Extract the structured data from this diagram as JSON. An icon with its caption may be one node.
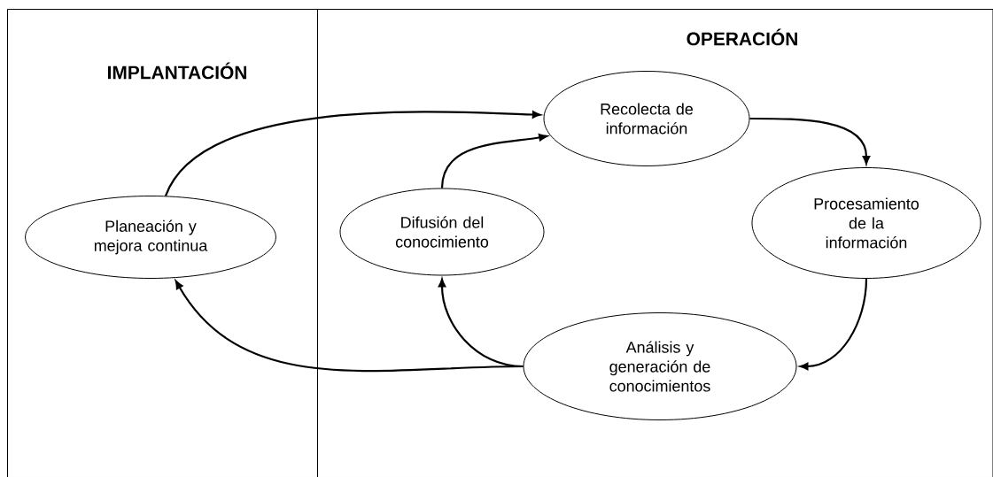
{
  "diagram": {
    "nodes": [
      {
        "text": [
          "IMPLANTACIÓN"
        ]
      },
      {
        "text": [
          "OPERACIÓN"
        ]
      },
      {
        "text": [
          "Planeación y mejora continua"
        ],
        "in": 0
      },
      {
        "text": [
          "Difusión del conocimiento"
        ],
        "in": 1
      },
      {
        "text": [
          "Recolecta de información"
        ],
        "in": 1
      },
      {
        "text": [
          "Procesamiento de la información"
        ],
        "in": 1
      },
      {
        "text": [
          "Análisis y generación de conocimientos"
        ],
        "in": 1
      }
    ],
    "edges": [
      {
        "from": 2,
        "to": 4,
        "arrow": "to"
      },
      {
        "from": 3,
        "to": 4,
        "arrow": "to"
      },
      {
        "from": 4,
        "to": 5,
        "arrow": "to"
      },
      {
        "from": 5,
        "to": 6,
        "arrow": "to"
      },
      {
        "from": 6,
        "to": 3,
        "arrow": "to"
      },
      {
        "from": 6,
        "to": 2,
        "arrow": "to"
      }
    ]
  }
}
